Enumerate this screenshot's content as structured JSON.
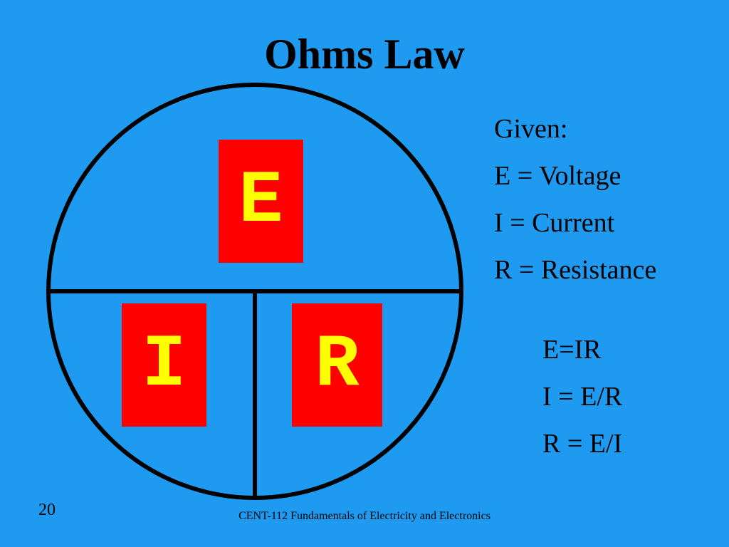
{
  "slide": {
    "title": "Ohms Law",
    "background_color": "#1E9BF0",
    "page_number": "20",
    "footer": "CENT-112 Fundamentals of Electricity and Electronics"
  },
  "diagram": {
    "line_color": "#000000",
    "box_color": "#FF0000",
    "letter_color": "#FFFF00",
    "letters": {
      "top": "E",
      "bottom_left": "I",
      "bottom_right": "R"
    }
  },
  "given": {
    "heading": "Given:",
    "definitions": [
      "E = Voltage",
      "I = Current",
      "R = Resistance"
    ]
  },
  "formulas": [
    "E=IR",
    "I = E/R",
    "R = E/I"
  ]
}
